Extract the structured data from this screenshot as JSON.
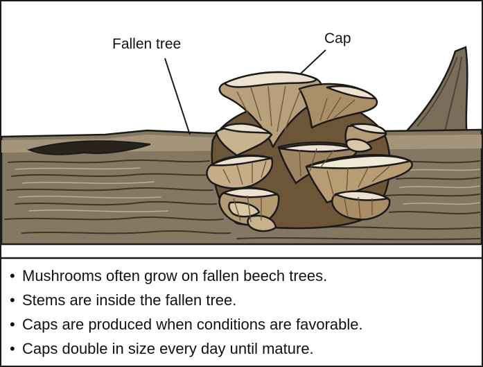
{
  "labels": {
    "fallen_tree": "Fallen tree",
    "cap": "Cap"
  },
  "facts": [
    "Mushrooms often grow on fallen beech trees.",
    "Stems are inside the fallen tree.",
    "Caps are produced when conditions are favorable.",
    "Caps double in size every day until mature."
  ],
  "bullet_char": "•",
  "colors": {
    "log_dark": "#5e5344",
    "log_mid": "#8a7c68",
    "log_light": "#b3a48a",
    "cap_light": "#ece2cf",
    "cap_dark": "#8a6a4a",
    "outline": "#1a1a1a"
  }
}
